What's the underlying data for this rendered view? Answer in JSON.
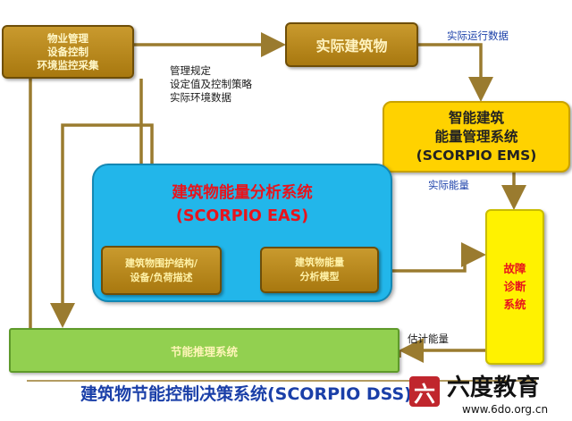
{
  "boxes": {
    "property": [
      "物业管理",
      "设备控制",
      "环境监控采集"
    ],
    "building": "实际建筑物",
    "ems": [
      "智能建筑",
      "能量管理系统",
      "(SCORPIO EMS)"
    ],
    "eas": [
      "建筑物能量分析系统",
      "(SCORPIO EAS)"
    ],
    "envelope": [
      "建筑物围护结构/",
      "设备/负荷描述"
    ],
    "model": [
      "建筑物能量",
      "分析模型"
    ],
    "fault": [
      "故障",
      "诊断",
      "系统"
    ],
    "reasoning": "节能推理系统"
  },
  "labels": {
    "actual_data": "实际运行数据",
    "mgmt": [
      "管理规定",
      "设定值及控制策略",
      "实际环境数据"
    ],
    "actual_energy": "实际能量",
    "estimated_energy": "估计能量"
  },
  "footer": {
    "title": "建筑物节能控制决策系统(SCORPIO DSS)",
    "logo_glyph": "六",
    "logo_text": "六度教育",
    "url": "www.6do.org.cn"
  },
  "colors": {
    "brown": "#b5841c",
    "yellow": "#ffd200",
    "blue": "#22b6ea",
    "green": "#92d050",
    "fault_yellow": "#fff200",
    "red_text": "#e8141c",
    "blue_text": "#1a3fa8",
    "arrow": "#9a7b2f"
  }
}
